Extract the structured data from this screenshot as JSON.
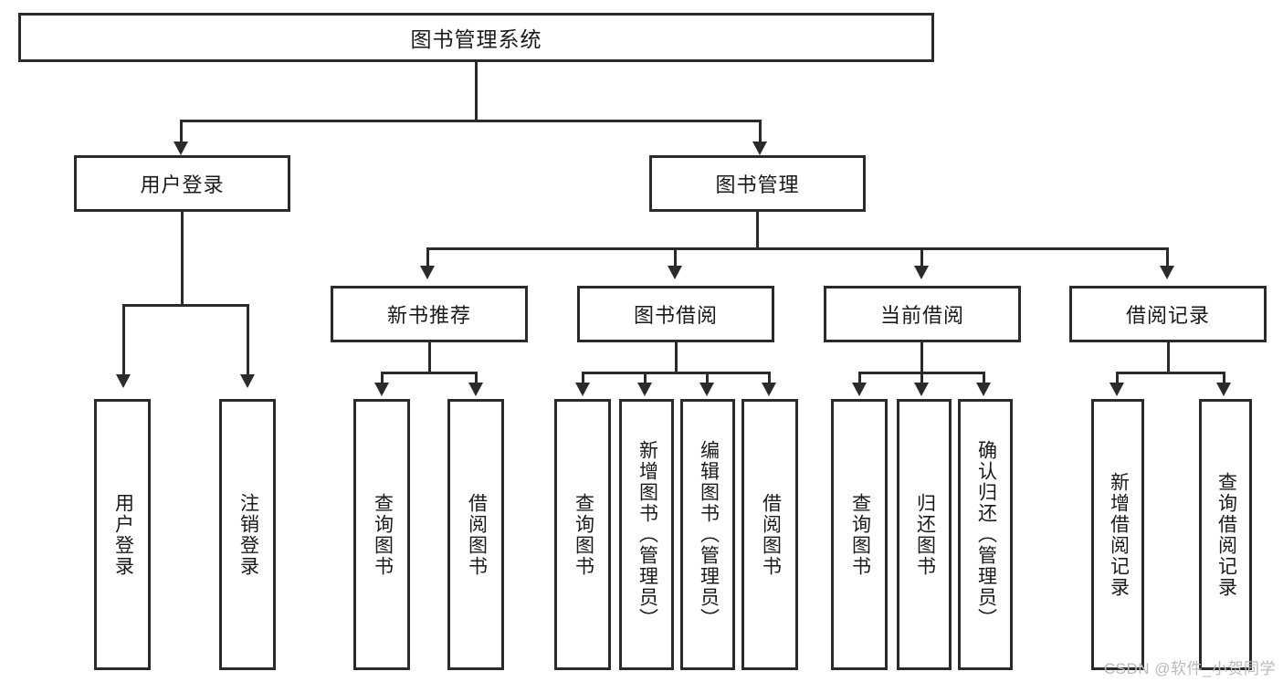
{
  "diagram": {
    "type": "tree-hierarchy",
    "title": "图书管理系统",
    "watermark": "CSDN @软件_小贺同学",
    "colors": {
      "stroke": "#2b2b2b",
      "fill": "#ffffff",
      "text": "#1a1a1a",
      "watermark": "#b9b9b9"
    },
    "levels": {
      "root": "图书管理系统",
      "level2": [
        "用户登录",
        "图书管理"
      ],
      "level3": [
        "新书推荐",
        "图书借阅",
        "当前借阅",
        "借阅记录"
      ]
    },
    "nodes": {
      "root": {
        "label": "图书管理系统"
      },
      "user_login": {
        "label": "用户登录"
      },
      "book_manage": {
        "label": "图书管理"
      },
      "new_book_rec": {
        "label": "新书推荐"
      },
      "book_borrow": {
        "label": "图书借阅"
      },
      "current_borrow": {
        "label": "当前借阅"
      },
      "borrow_record": {
        "label": "借阅记录"
      },
      "leaf_user_login": {
        "label": "用户登录"
      },
      "leaf_user_logout": {
        "label": "注销登录"
      },
      "leaf_query_book_1": {
        "label": "查询图书"
      },
      "leaf_borrow_book_1": {
        "label": "借阅图书"
      },
      "leaf_query_book_2": {
        "label": "查询图书"
      },
      "leaf_add_book": {
        "label": "新增图书（管理员）"
      },
      "leaf_edit_book": {
        "label": "编辑图书（管理员）"
      },
      "leaf_borrow_book_2": {
        "label": "借阅图书"
      },
      "leaf_query_book_3": {
        "label": "查询图书"
      },
      "leaf_return_book": {
        "label": "归还图书"
      },
      "leaf_confirm_return": {
        "label": "确认归还（管理员）"
      },
      "leaf_add_record": {
        "label": "新增借阅记录"
      },
      "leaf_query_record": {
        "label": "查询借阅记录"
      }
    },
    "edges": [
      {
        "from": "图书管理系统",
        "to": "用户登录"
      },
      {
        "from": "图书管理系统",
        "to": "图书管理"
      },
      {
        "from": "用户登录",
        "to": "用户登录"
      },
      {
        "from": "用户登录",
        "to": "注销登录"
      },
      {
        "from": "图书管理",
        "to": "新书推荐"
      },
      {
        "from": "图书管理",
        "to": "图书借阅"
      },
      {
        "from": "图书管理",
        "to": "当前借阅"
      },
      {
        "from": "图书管理",
        "to": "借阅记录"
      },
      {
        "from": "新书推荐",
        "to": "查询图书"
      },
      {
        "from": "新书推荐",
        "to": "借阅图书"
      },
      {
        "from": "图书借阅",
        "to": "查询图书"
      },
      {
        "from": "图书借阅",
        "to": "新增图书（管理员）"
      },
      {
        "from": "图书借阅",
        "to": "编辑图书（管理员）"
      },
      {
        "from": "图书借阅",
        "to": "借阅图书"
      },
      {
        "from": "当前借阅",
        "to": "查询图书"
      },
      {
        "from": "当前借阅",
        "to": "归还图书"
      },
      {
        "from": "当前借阅",
        "to": "确认归还（管理员）"
      },
      {
        "from": "借阅记录",
        "to": "新增借阅记录"
      },
      {
        "from": "借阅记录",
        "to": "查询借阅记录"
      }
    ]
  }
}
